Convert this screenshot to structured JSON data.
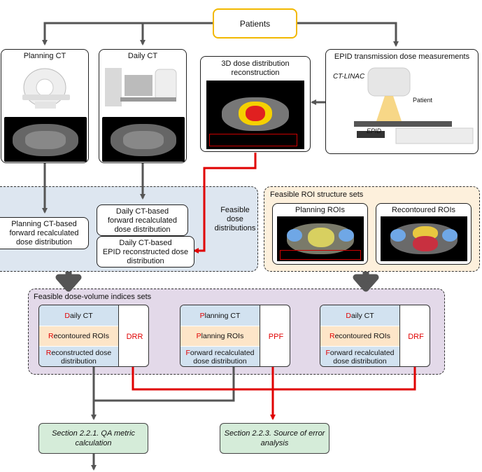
{
  "patients": "Patients",
  "planning_ct": {
    "title": "Planning CT"
  },
  "daily_ct": {
    "title": "Daily CT"
  },
  "dose3d": {
    "title_line1": "3D dose distribution",
    "title_line2": "reconstruction"
  },
  "epid": {
    "title": "EPID transmission dose measurements",
    "ct_linac": "CT-LINAC",
    "patient": "Patient",
    "epid": "EPID"
  },
  "feasible_dose": {
    "label_line1": "Feasible",
    "label_line2": "dose",
    "label_line3": "distributions",
    "planning_box": [
      "Planning CT-based",
      "forward recalculated",
      "dose distribution"
    ],
    "daily_fwd_box": [
      "Daily CT-based",
      "forward recalculated",
      "dose distribution"
    ],
    "daily_epid_box": [
      "Daily CT-based",
      "EPID reconstructed dose",
      "distribution"
    ]
  },
  "roi_panel": {
    "title": "Feasible ROI structure sets",
    "planning": "Planning ROIs",
    "recontoured": "Recontoured ROIs"
  },
  "dvi_panel": {
    "title": "Feasible dose-volume indices sets",
    "groups": [
      {
        "rows": [
          {
            "first": "D",
            "rest": "aily CT"
          },
          {
            "first": "R",
            "rest": "econtoured ROIs"
          },
          {
            "first": "R",
            "rest": "econstructed dose",
            "line2": "distribution"
          }
        ],
        "tag": "DRR"
      },
      {
        "rows": [
          {
            "first": "P",
            "rest": "lanning CT"
          },
          {
            "first": "P",
            "rest": "lanning ROIs"
          },
          {
            "first": "F",
            "rest": "orward recalculated",
            "line2": "dose distribution"
          }
        ],
        "tag": "PPF"
      },
      {
        "rows": [
          {
            "first": "D",
            "rest": "aily CT"
          },
          {
            "first": "R",
            "rest": "econtoured ROIs"
          },
          {
            "first": "F",
            "rest": "orward recalculated",
            "line2": "dose distribution"
          }
        ],
        "tag": "DRF"
      }
    ]
  },
  "section_qa": {
    "line1": "Section 2.2.1. QA metric",
    "line2": "calculation"
  },
  "section_err": {
    "line1": "Section 2.2.3. Source of error",
    "line2": "analysis"
  },
  "colors": {
    "blue_panel": "#dde6f0",
    "peach_panel": "#fdf0dc",
    "purple_panel": "#e3d9e9",
    "cell_blue": "#d2e2f0",
    "cell_peach": "#fde5c8",
    "green": "#d5ecd9",
    "red": "#e00000",
    "yellow": "#f2b800",
    "arrow_gray": "#555555"
  }
}
